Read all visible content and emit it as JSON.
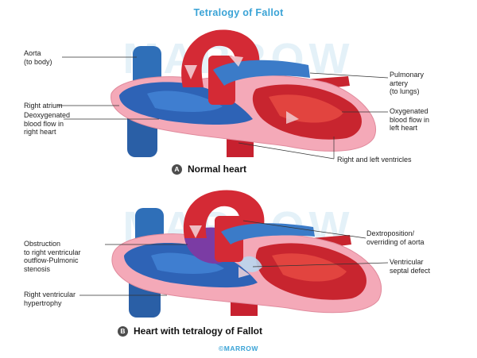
{
  "title": "Tetralogy of Fallot",
  "watermark": "MARROW",
  "footer": "©MARROW",
  "colors": {
    "title": "#3aa3d6",
    "footer": "#3aa3d6",
    "oxygenated": "#d92b3a",
    "deoxygenated": "#2e63b6",
    "myocardium": "#f2a3b4",
    "hypertrophy": "#7b3ca4"
  },
  "panel_a": {
    "caption_letter": "A",
    "caption": "Normal heart",
    "labels": {
      "aorta": [
        "Aorta",
        "(to body)"
      ],
      "right_atrium": [
        "Right atrium"
      ],
      "deoxygenated": [
        "Deoxygenated",
        "blood flow in",
        "right heart"
      ],
      "pulmonary_artery": [
        "Pulmonary",
        "artery",
        "(to lungs)"
      ],
      "oxygenated": [
        "Oxygenated",
        "blood flow in",
        "left heart"
      ],
      "ventricles": [
        "Right and left ventricles"
      ]
    }
  },
  "panel_b": {
    "caption_letter": "B",
    "caption": "Heart with tetralogy of Fallot",
    "labels": {
      "obstruction": [
        "Obstruction",
        "to right ventricular",
        "outflow-Pulmonic",
        "stenosis"
      ],
      "rv_hypertrophy": [
        "Right ventricular",
        "hypertrophy"
      ],
      "dextroposition": [
        "Dextroposition/",
        "overriding of aorta"
      ],
      "vsd": [
        "Ventricular",
        "septal defect"
      ]
    }
  }
}
